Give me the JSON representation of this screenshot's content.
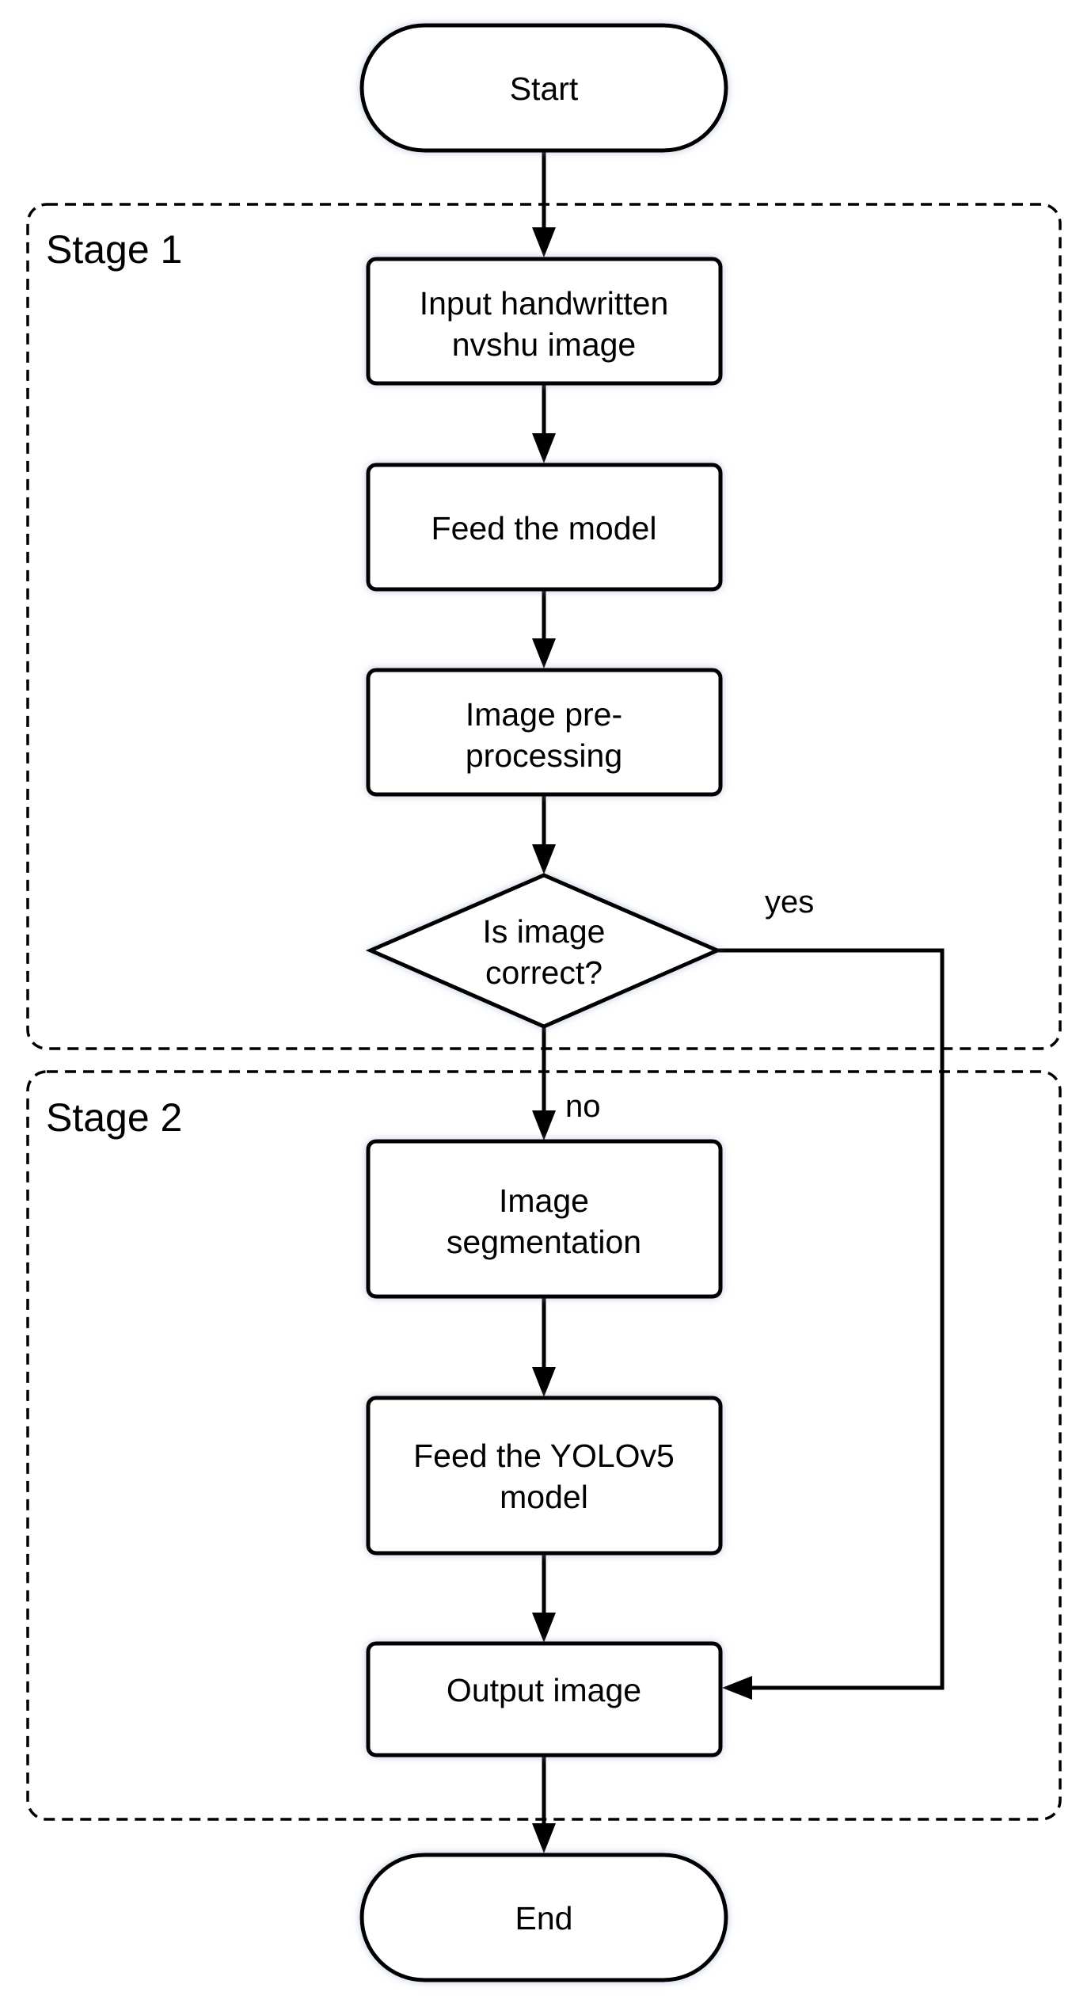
{
  "stages": [
    {
      "id": "stage-1",
      "label": "Stage 1"
    },
    {
      "id": "stage-2",
      "label": "Stage 2"
    }
  ],
  "nodes": [
    {
      "id": "start",
      "shape": "terminal",
      "lines": [
        "Start"
      ]
    },
    {
      "id": "input",
      "shape": "process",
      "lines": [
        "Input handwritten",
        "nvshu image"
      ]
    },
    {
      "id": "feed-model",
      "shape": "process",
      "lines": [
        "Feed the model"
      ]
    },
    {
      "id": "preprocess",
      "shape": "process",
      "lines": [
        "Image pre-",
        "processing"
      ]
    },
    {
      "id": "decision",
      "shape": "decision",
      "lines": [
        "Is image",
        "correct?"
      ]
    },
    {
      "id": "segmentation",
      "shape": "process",
      "lines": [
        "Image",
        "segmentation"
      ]
    },
    {
      "id": "feed-yolo",
      "shape": "process",
      "lines": [
        "Feed the YOLOv5",
        "model"
      ]
    },
    {
      "id": "output",
      "shape": "process",
      "lines": [
        "Output image"
      ]
    },
    {
      "id": "end",
      "shape": "terminal",
      "lines": [
        "End"
      ]
    }
  ],
  "edges": [
    {
      "from": "start",
      "to": "input",
      "label": ""
    },
    {
      "from": "input",
      "to": "feed-model",
      "label": ""
    },
    {
      "from": "feed-model",
      "to": "preprocess",
      "label": ""
    },
    {
      "from": "preprocess",
      "to": "decision",
      "label": ""
    },
    {
      "from": "decision",
      "to": "segmentation",
      "label": "no"
    },
    {
      "from": "decision",
      "to": "output",
      "label": "yes"
    },
    {
      "from": "segmentation",
      "to": "feed-yolo",
      "label": ""
    },
    {
      "from": "feed-yolo",
      "to": "output",
      "label": ""
    },
    {
      "from": "output",
      "to": "end",
      "label": ""
    }
  ]
}
